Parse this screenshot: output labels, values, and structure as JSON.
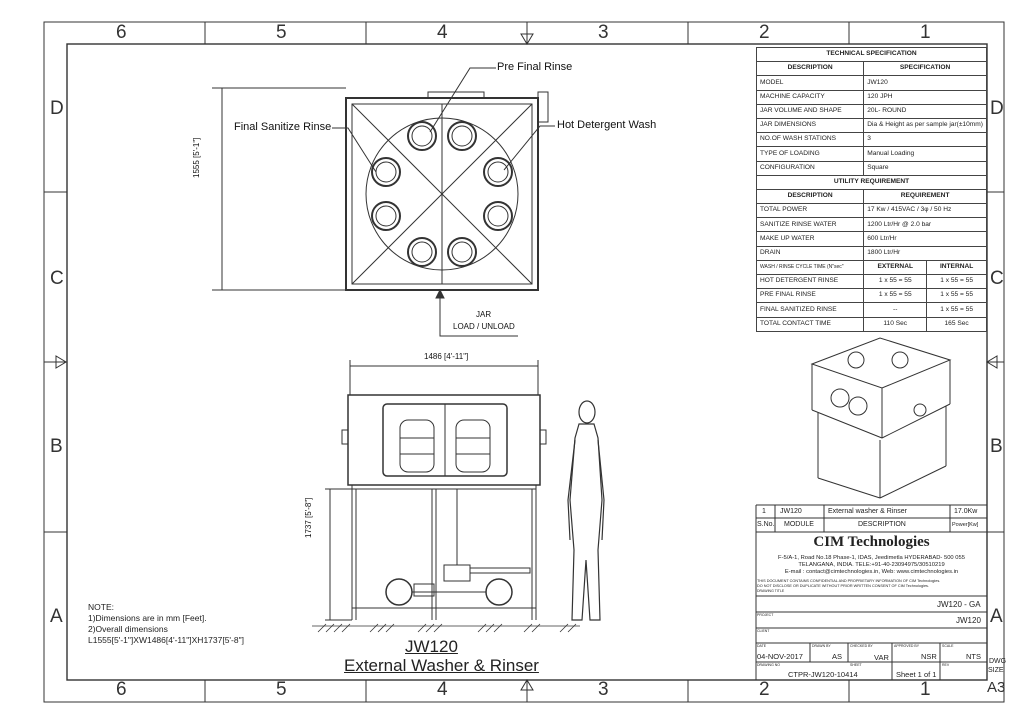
{
  "zones": {
    "top": [
      "6",
      "5",
      "4",
      "3",
      "2",
      "1"
    ],
    "bottom": [
      "6",
      "5",
      "4",
      "3",
      "2",
      "1"
    ],
    "left": [
      "D",
      "C",
      "B",
      "A"
    ],
    "right": [
      "D",
      "C",
      "B",
      "A"
    ],
    "sheet_size": "A3"
  },
  "callouts": {
    "pre_final_rinse": "Pre Final Rinse",
    "final_sanitize_rinse": "Final Sanitize Rinse",
    "hot_detergent_wash": "Hot Detergent Wash",
    "jar": "JAR",
    "load_unload": "LOAD / UNLOAD"
  },
  "dimensions": {
    "plan_depth": "1555 [5'-1\"]",
    "width": "1486 [4'-11\"]",
    "height": "1737 [5'-8\"]"
  },
  "notes": {
    "heading": "NOTE:",
    "line1": "1)Dimensions are in mm [Feet].",
    "line2": "2)Overall dimensions",
    "line3": "L1555[5'-1\"]XW1486[4'-11\"]XH1737[5'-8\"]"
  },
  "drawing_title": {
    "model": "JW120",
    "name": "External Washer & Rinser"
  },
  "tech_spec": {
    "title": "TECHNICAL SPECIFICATION",
    "col_desc": "DESCRIPTION",
    "col_spec": "SPECIFICATION",
    "rows": [
      {
        "d": "MODEL",
        "v": "JW120"
      },
      {
        "d": "MACHINE CAPACITY",
        "v": "120 JPH"
      },
      {
        "d": "JAR VOLUME AND SHAPE",
        "v": "20L- ROUND"
      },
      {
        "d": "JAR DIMENSIONS",
        "v": "Dia & Height as per sample jar(±10mm)"
      },
      {
        "d": "NO.OF WASH STATIONS",
        "v": "3"
      },
      {
        "d": "TYPE OF LOADING",
        "v": "Manual Loading"
      },
      {
        "d": "CONFIGURATION",
        "v": "Square"
      }
    ]
  },
  "utility": {
    "title": "UTILITY REQUIREMENT",
    "col_desc": "DESCRIPTION",
    "col_req": "REQUIREMENT",
    "rows": [
      {
        "d": "TOTAL POWER",
        "v": "17 Kw / 415VAC / 3φ / 50 Hz"
      },
      {
        "d": "SANITIZE RINSE WATER",
        "v": "1200 Ltr/Hr @ 2.0 bar"
      },
      {
        "d": "MAKE UP WATER",
        "v": "600 Ltr/Hr"
      },
      {
        "d": "DRAIN",
        "v": "1800 Ltr/Hr"
      }
    ]
  },
  "cycle": {
    "header": "WASH / RINSE CYCLE TIME (N\"sec\"",
    "col_ext": "EXTERNAL",
    "col_int": "INTERNAL",
    "rows": [
      {
        "d": "HOT DETERGENT RINSE",
        "e": "1 x 55 = 55",
        "i": "1 x 55 = 55"
      },
      {
        "d": "PRE FINAL RINSE",
        "e": "1 x 55 = 55",
        "i": "1 x 55 = 55"
      },
      {
        "d": "FINAL SANITIZED RINSE",
        "e": "--",
        "i": "1 x 55 = 55"
      },
      {
        "d": "TOTAL CONTACT TIME",
        "e": "110 Sec",
        "i": "165 Sec"
      }
    ]
  },
  "bom": {
    "sno": "1",
    "module": "JW120",
    "description": "External washer & Rinser",
    "power": "17.0Kw",
    "h_sno": "S.No.",
    "h_module": "MODULE",
    "h_desc": "DESCRIPTION",
    "h_power": "Power[Kw]"
  },
  "company": {
    "name": "CIM Technologies",
    "addr1": "F-5/A-1, Road No.18 Phase-1, IDAS, Jeedimetla HYDERABAD- 500 055",
    "addr2": "TELANGANA, INDIA. TELE:+91-40-23094975/30510219",
    "addr3": "E-mail : contact@cimtechnologies.in, Web: www.cimtechnologies.in",
    "conf1": "THIS DOCUMENT CONTAINS CONFIDENTIAL AND PROPRIETARY INFORMATION OF CIM Technologies.",
    "conf2": "DO NOT DISCLOSE OR DUPLICATE WITHOUT PRIOR WRITTEN CONSENT OF CIM Technologies."
  },
  "title_block": {
    "drawing_title_label": "DRAWING TITLE",
    "drawing_title": "JW120 - GA",
    "project_label": "PROJECT",
    "project": "JW120",
    "client_label": "CLIENT",
    "date_label": "DATE",
    "date": "04-NOV-2017",
    "drawn_label": "DRAWN BY",
    "drawn": "AS",
    "checked_label": "CHECKED BY",
    "checked": "VAR",
    "approved_label": "APPROVED BY",
    "approved": "NSR",
    "scale_label": "SCALE",
    "scale": "NTS",
    "drawing_no_label": "DRAWING NO",
    "drawing_no": "CTPR-JW120-10414",
    "sheet_label": "SHEET",
    "sheet": "Sheet 1 of 1",
    "rev_label": "REV",
    "dwg_size_1": "DWG",
    "dwg_size_2": "SIZE"
  }
}
